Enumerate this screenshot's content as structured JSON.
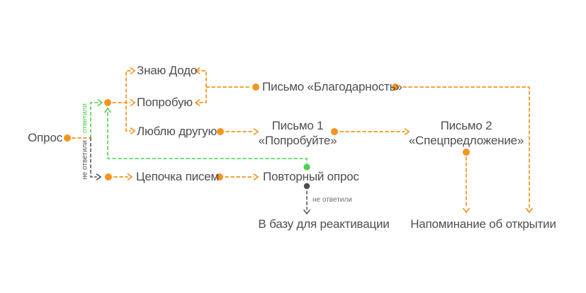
{
  "colors": {
    "orange": "#F7941E",
    "green": "#50CE50",
    "dark_gray": "#4D4D4D",
    "text": "#4E4E50",
    "muted_gray": "#6F6F6F"
  },
  "nodes": {
    "opros": "Опрос",
    "znayu_dodo": "Знаю Додо",
    "poprobuyu": "Попробую",
    "lyublyu_druguyu": "Люблю другую",
    "pismo_blagodarnost": "Письмо «Благодарность»",
    "pismo1_line1": "Письмо 1",
    "pismo1_line2": "«Попробуйте»",
    "pismo2_line1": "Письмо 2",
    "pismo2_line2": "«Спецпредложение»",
    "tsepochka_pisem": "Цепочка писем",
    "povtorny_opros": "Повторный опрос",
    "v_bazu": "В базу для реактивации",
    "napominanie": "Напоминание об открытии"
  },
  "edge_labels": {
    "otvetili": "ответили",
    "ne_otvetili": "не ответили",
    "ne_otvetili_2": "не ответили"
  }
}
